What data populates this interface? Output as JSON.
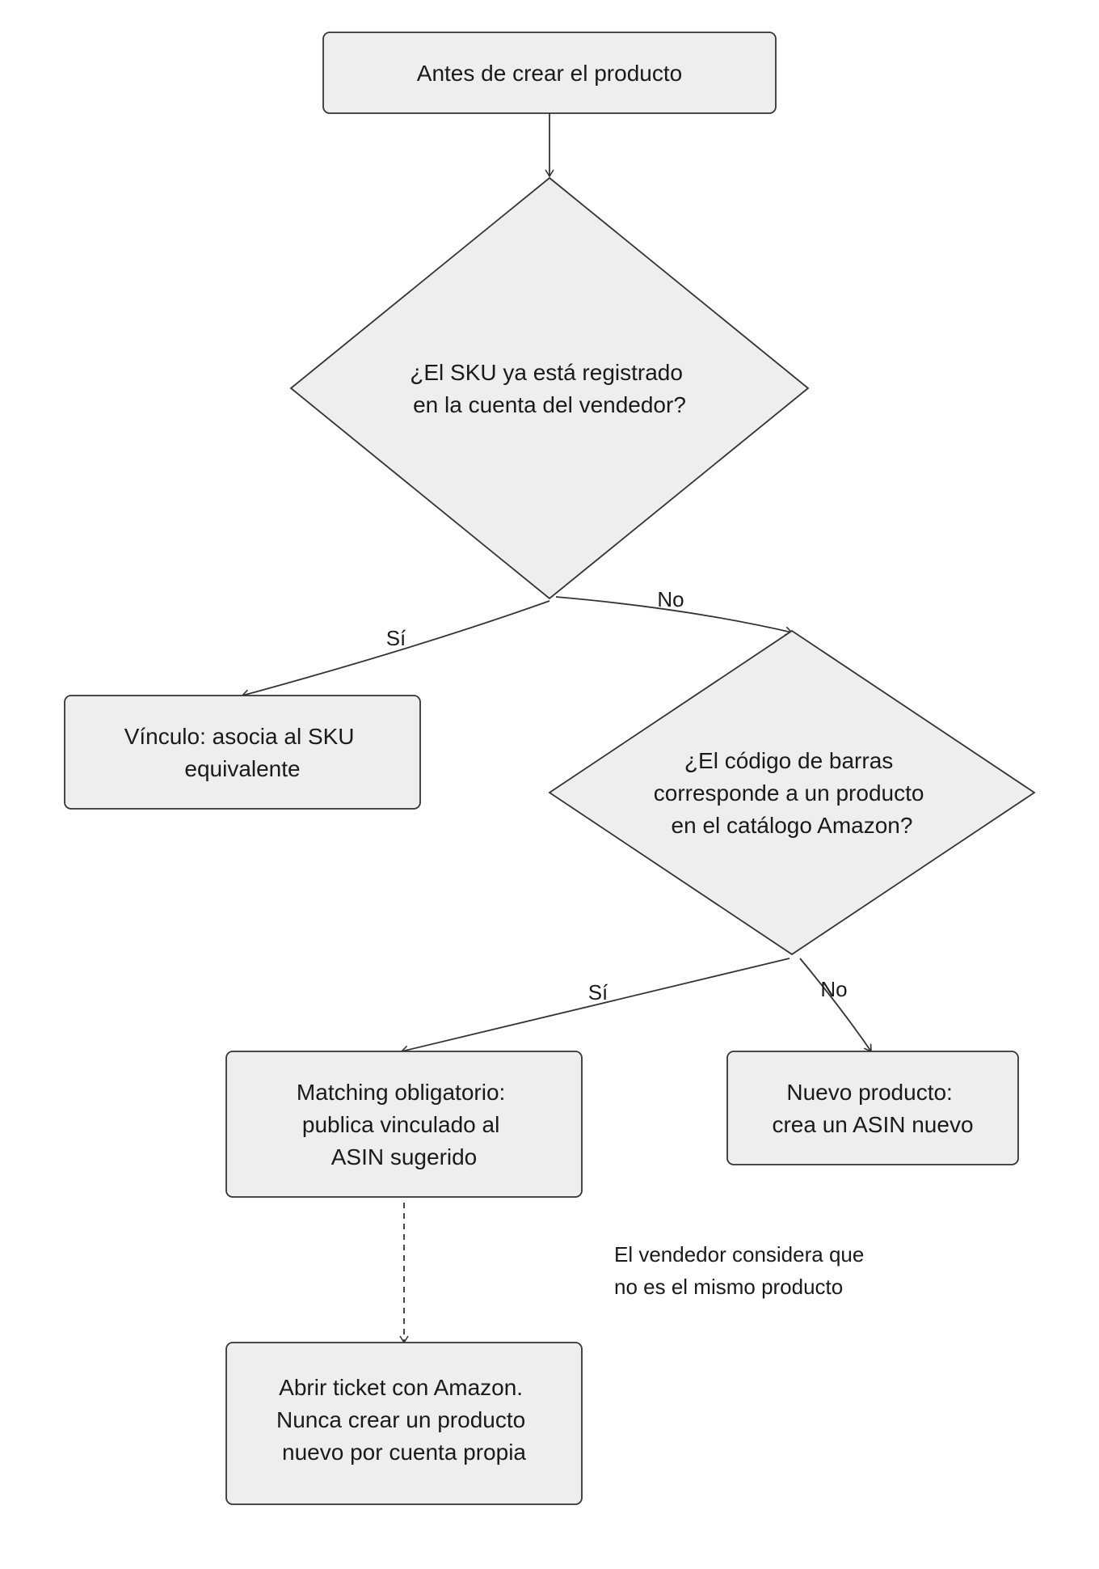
{
  "nodes": {
    "start": {
      "lines": [
        "Antes de crear el producto"
      ]
    },
    "decision_sku": {
      "lines": [
        "¿El SKU ya está registrado",
        "en la cuenta del vendedor?"
      ]
    },
    "vinculo": {
      "lines": [
        "Vínculo: asocia al SKU",
        "equivalente"
      ]
    },
    "decision_barcode": {
      "lines": [
        "¿El código de barras",
        "corresponde a un producto",
        "en el catálogo Amazon?"
      ]
    },
    "matching": {
      "lines": [
        "Matching obligatorio:",
        "publica vinculado al",
        "ASIN sugerido"
      ]
    },
    "nuevo": {
      "lines": [
        "Nuevo producto:",
        "crea un ASIN nuevo"
      ]
    },
    "ticket": {
      "lines": [
        "Abrir ticket con Amazon.",
        "Nunca crear un producto",
        "nuevo por cuenta propia"
      ]
    }
  },
  "edges": {
    "sku_yes": "Sí",
    "sku_no": "No",
    "barcode_yes": "Sí",
    "barcode_no": "No"
  },
  "note": {
    "lines": [
      "El vendedor considera que",
      "no es el mismo producto"
    ]
  },
  "colors": {
    "node_fill": "#eeeeee",
    "stroke": "#333333",
    "text": "#1a1a1a"
  }
}
